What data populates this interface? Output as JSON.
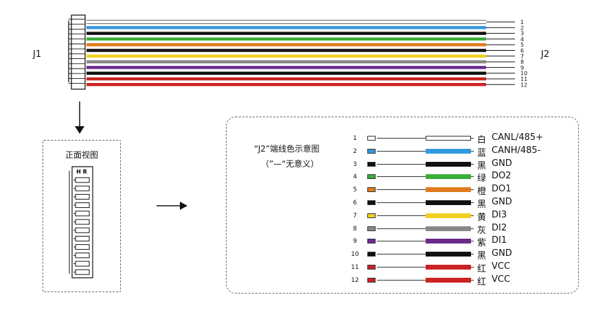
{
  "labels": {
    "j1": "J1",
    "j2": "J2",
    "front_view": "正面视图",
    "connector_mark": "H R",
    "legend_title": "“J2”端线色示意图",
    "legend_note": "（”—“无意义）"
  },
  "colors": {
    "white": "#ffffff",
    "blue": "#3399dd",
    "black": "#111111",
    "green": "#3aad3a",
    "orange": "#e07a1c",
    "yellow": "#f0d020",
    "gray": "#888888",
    "purple": "#6a2a8c",
    "red": "#cc2222",
    "border": "#666666"
  },
  "wires": [
    {
      "pin": "1",
      "color_key": "white",
      "color_name": "白",
      "function": "CANL/485+"
    },
    {
      "pin": "2",
      "color_key": "blue",
      "color_name": "蓝",
      "function": "CANH/485-"
    },
    {
      "pin": "3",
      "color_key": "black",
      "color_name": "黑",
      "function": "GND"
    },
    {
      "pin": "4",
      "color_key": "green",
      "color_name": "绿",
      "function": "DO2"
    },
    {
      "pin": "5",
      "color_key": "orange",
      "color_name": "橙",
      "function": "DO1"
    },
    {
      "pin": "6",
      "color_key": "black",
      "color_name": "黑",
      "function": "GND"
    },
    {
      "pin": "7",
      "color_key": "yellow",
      "color_name": "黄",
      "function": "DI3"
    },
    {
      "pin": "8",
      "color_key": "gray",
      "color_name": "灰",
      "function": "DI2"
    },
    {
      "pin": "9",
      "color_key": "purple",
      "color_name": "紫",
      "function": "DI1"
    },
    {
      "pin": "10",
      "color_key": "black",
      "color_name": "黑",
      "function": "GND"
    },
    {
      "pin": "11",
      "color_key": "red",
      "color_name": "红",
      "function": "VCC"
    },
    {
      "pin": "12",
      "color_key": "red",
      "color_name": "红",
      "function": "VCC"
    }
  ]
}
